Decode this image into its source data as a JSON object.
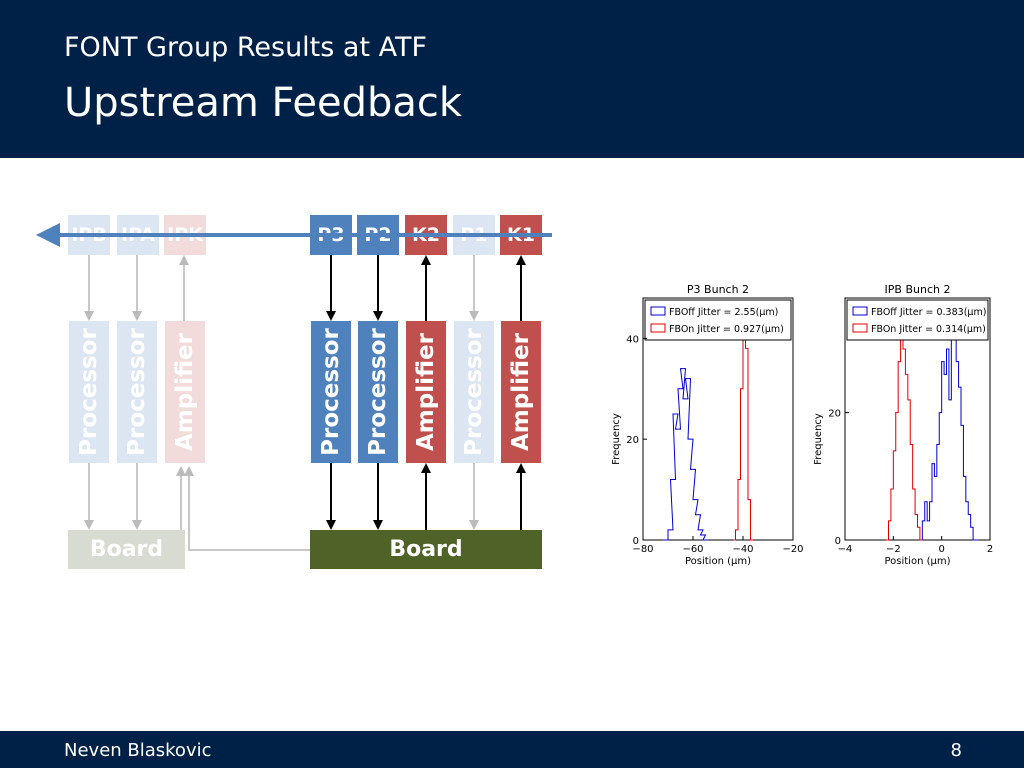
{
  "header": {
    "subtitle": "FONT Group Results at ATF",
    "title": "Upstream Feedback"
  },
  "footer": {
    "author": "Neven Blaskovic",
    "page_number": "8"
  },
  "diagram": {
    "bpm_labels": [
      "IPB",
      "IPA",
      "IPK",
      "P3",
      "P2",
      "K2",
      "P1",
      "K1"
    ],
    "module_labels": [
      "Processor",
      "Processor",
      "Amplifier",
      "Processor",
      "Processor",
      "Amplifier",
      "Processor",
      "Amplifier"
    ],
    "board_labels": [
      "Board",
      "Board"
    ],
    "colors": {
      "blue": "#4f81bd",
      "red": "#c0504d",
      "green": "#4f6228",
      "beam": "#4f81bd"
    }
  },
  "chart_data": [
    {
      "type": "histogram",
      "title": "P3 Bunch 2",
      "xlabel": "Position (μm)",
      "ylabel": "Frequency",
      "xlim": [
        -80,
        -20
      ],
      "ylim": [
        0,
        48
      ],
      "xticks": [
        "−80",
        "−60",
        "−40",
        "−20"
      ],
      "yticks": [
        "0",
        "20",
        "40"
      ],
      "series": [
        {
          "name": "FBOff Jitter = 2.55(μm)",
          "color": "#0000cc",
          "x": [
            -72,
            -70,
            -69,
            -68,
            -67,
            -66,
            -65,
            -64,
            -63,
            -62,
            -61,
            -60,
            -59,
            -58,
            -57,
            -56
          ],
          "values": [
            0,
            2,
            12,
            25,
            22,
            30,
            34,
            28,
            32,
            20,
            14,
            8,
            5,
            2,
            1,
            0
          ]
        },
        {
          "name": "FBOn Jitter = 0.927(μm)",
          "color": "#dd0000",
          "x": [
            -44,
            -43,
            -42,
            -41,
            -40,
            -39,
            -38,
            -37
          ],
          "values": [
            0,
            2,
            12,
            30,
            45,
            38,
            8,
            0
          ]
        }
      ]
    },
    {
      "type": "histogram",
      "title": "IPB Bunch 2",
      "xlabel": "Position (μm)",
      "ylabel": "Frequency",
      "xlim": [
        -4,
        2
      ],
      "ylim": [
        0,
        38
      ],
      "xticks": [
        "−4",
        "−2",
        "0",
        "2"
      ],
      "yticks": [
        "0",
        "20"
      ],
      "series": [
        {
          "name": "FBOff Jitter = 0.383(μm)",
          "color": "#0000cc",
          "x": [
            -0.9,
            -0.8,
            -0.7,
            -0.6,
            -0.5,
            -0.4,
            -0.3,
            -0.2,
            -0.1,
            0.0,
            0.1,
            0.2,
            0.3,
            0.4,
            0.5,
            0.6,
            0.7,
            0.8,
            0.9,
            1.0,
            1.1,
            1.2,
            1.3,
            1.4
          ],
          "values": [
            0,
            3,
            6,
            3,
            6,
            12,
            10,
            15,
            20,
            28,
            26,
            30,
            22,
            32,
            34,
            28,
            24,
            18,
            10,
            6,
            4,
            2,
            0,
            0
          ]
        },
        {
          "name": "FBOn Jitter = 0.314(μm)",
          "color": "#dd0000",
          "x": [
            -2.3,
            -2.2,
            -2.1,
            -2.0,
            -1.9,
            -1.8,
            -1.7,
            -1.6,
            -1.5,
            -1.4,
            -1.3,
            -1.2,
            -1.1,
            -1.0,
            -0.9
          ],
          "values": [
            0,
            3,
            8,
            14,
            20,
            28,
            34,
            30,
            26,
            22,
            15,
            8,
            4,
            2,
            0
          ]
        }
      ]
    }
  ]
}
